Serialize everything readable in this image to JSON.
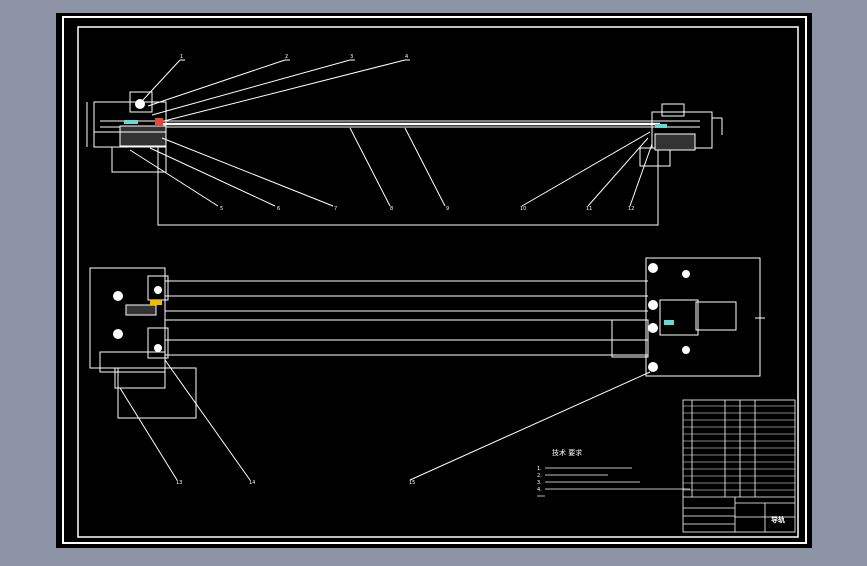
{
  "colors": {
    "viewport_bg": "#8c94a6",
    "sheet_bg": "#000000",
    "line": "#ffffff",
    "accent_cyan": "#6ad7d2",
    "accent_red": "#e04a3a",
    "accent_yellow": "#f0c000"
  },
  "part_labels": [
    "1",
    "2",
    "3",
    "4",
    "5",
    "6",
    "7",
    "8",
    "9",
    "10",
    "11",
    "12",
    "13",
    "14",
    "15"
  ],
  "technical_requirements": {
    "title": "技术 要求",
    "lines": [
      "1.",
      "2.",
      "3.",
      "4."
    ]
  },
  "title_block": {
    "label": "导轨"
  }
}
